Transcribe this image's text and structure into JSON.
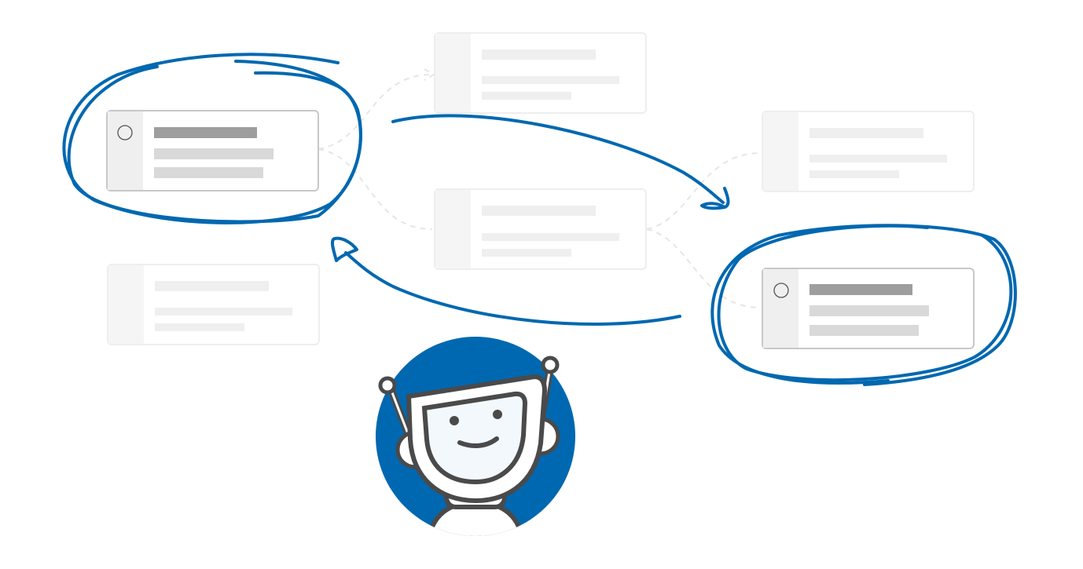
{
  "colors": {
    "accent": "#0068b0",
    "robot_outline": "#4a4a4a",
    "robot_face": "#f2f8fc",
    "card_border_active": "#c8c8c8",
    "card_border_faded": "#eeeeee",
    "connector": "#e6e6e6"
  },
  "cards": [
    {
      "state": "selected"
    },
    {
      "state": "faded"
    },
    {
      "state": "faded"
    },
    {
      "state": "faded"
    },
    {
      "state": "faded"
    },
    {
      "state": "selected"
    }
  ],
  "icons": {
    "robot": "robot-avatar-icon",
    "radio": "radio-circle-icon",
    "arrow": "hand-drawn-arrow-icon"
  }
}
